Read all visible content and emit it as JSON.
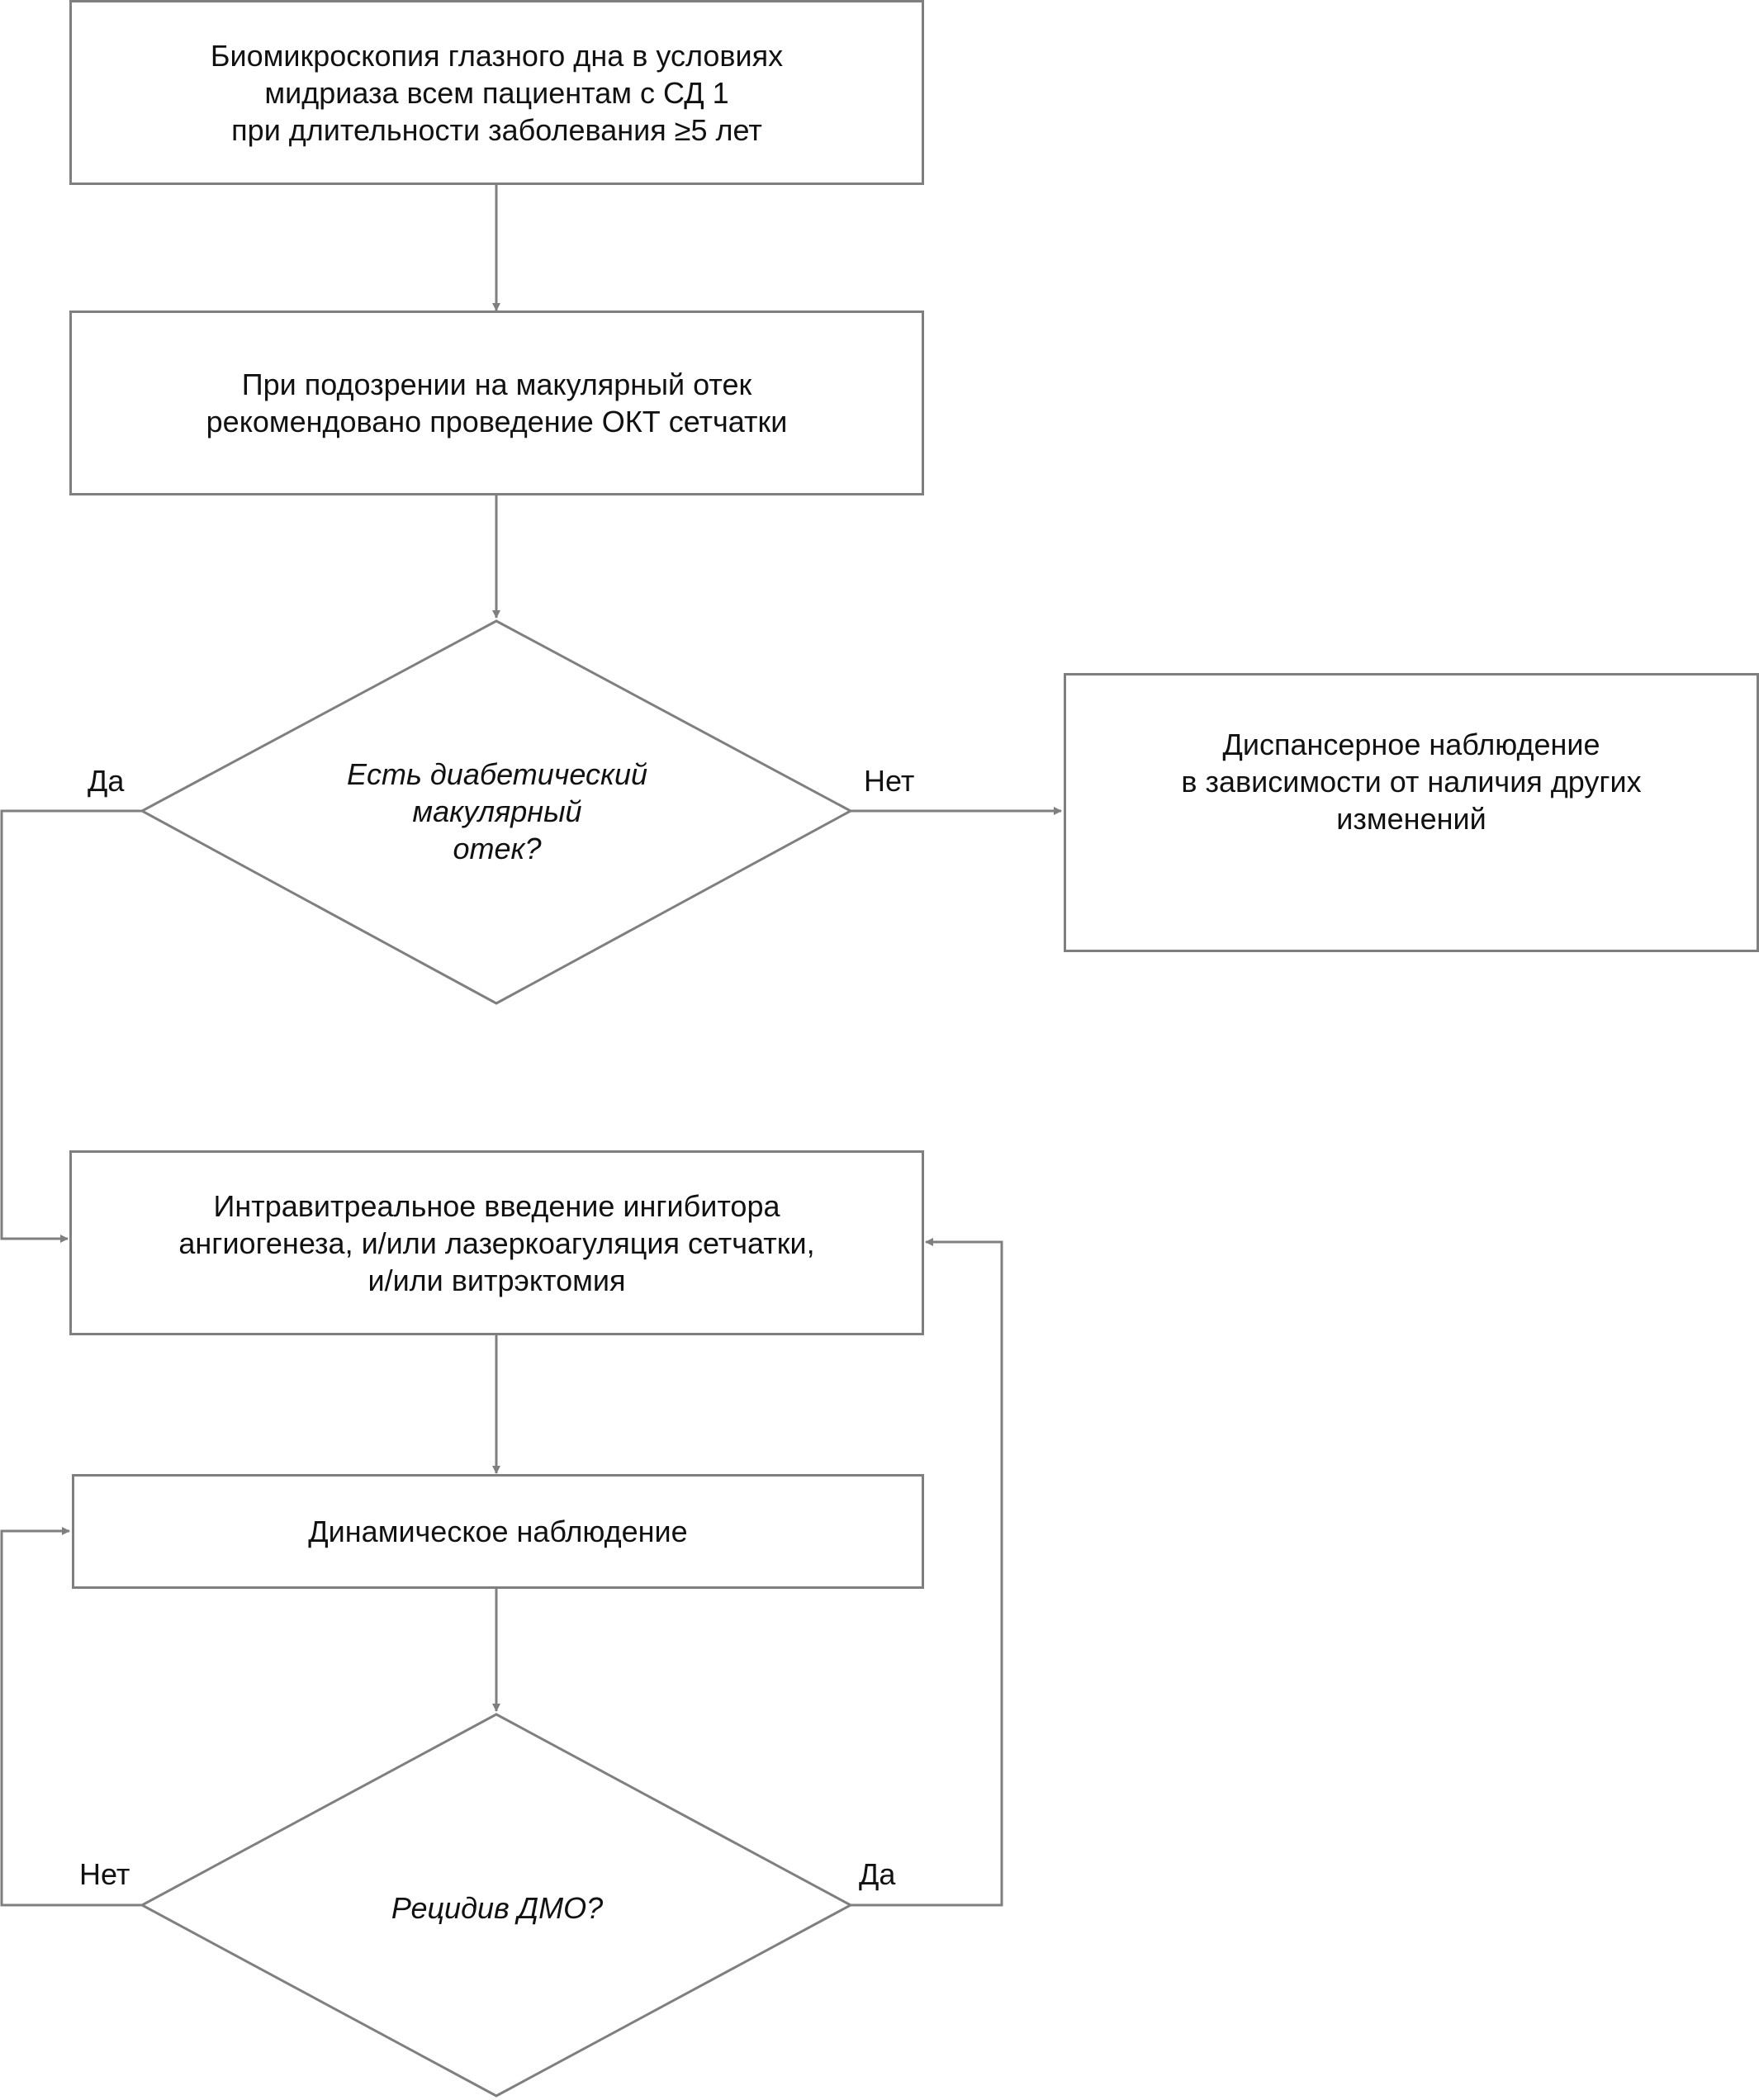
{
  "nodes": {
    "screening": "Биомикроскопия глазного дна в условиях\nмидриаза всем пациентам с СД 1\nпри длительности заболевания ≥5 лет",
    "oct": "При подозрении на макулярный отек\nрекомендовано проведение  ОКТ сетчатки",
    "dme_question": "Есть диабетический\nмакулярный\nотек?",
    "dispensary": "Диспансерное наблюдение\nв зависимости от наличия других\nизменений",
    "treatment": "Интравитреальное введение ингибитора\nангиогенеза, и/или лазеркоагуляция сетчатки,\nи/или витрэктомия",
    "observation": "Динамическое наблюдение",
    "relapse_question": "Рецидив ДМО?"
  },
  "labels": {
    "dme_yes": "Да",
    "dme_no": "Нет",
    "relapse_no": "Нет",
    "relapse_yes": "Да"
  },
  "colors": {
    "line": "#7f7f7f",
    "text": "#111111"
  }
}
